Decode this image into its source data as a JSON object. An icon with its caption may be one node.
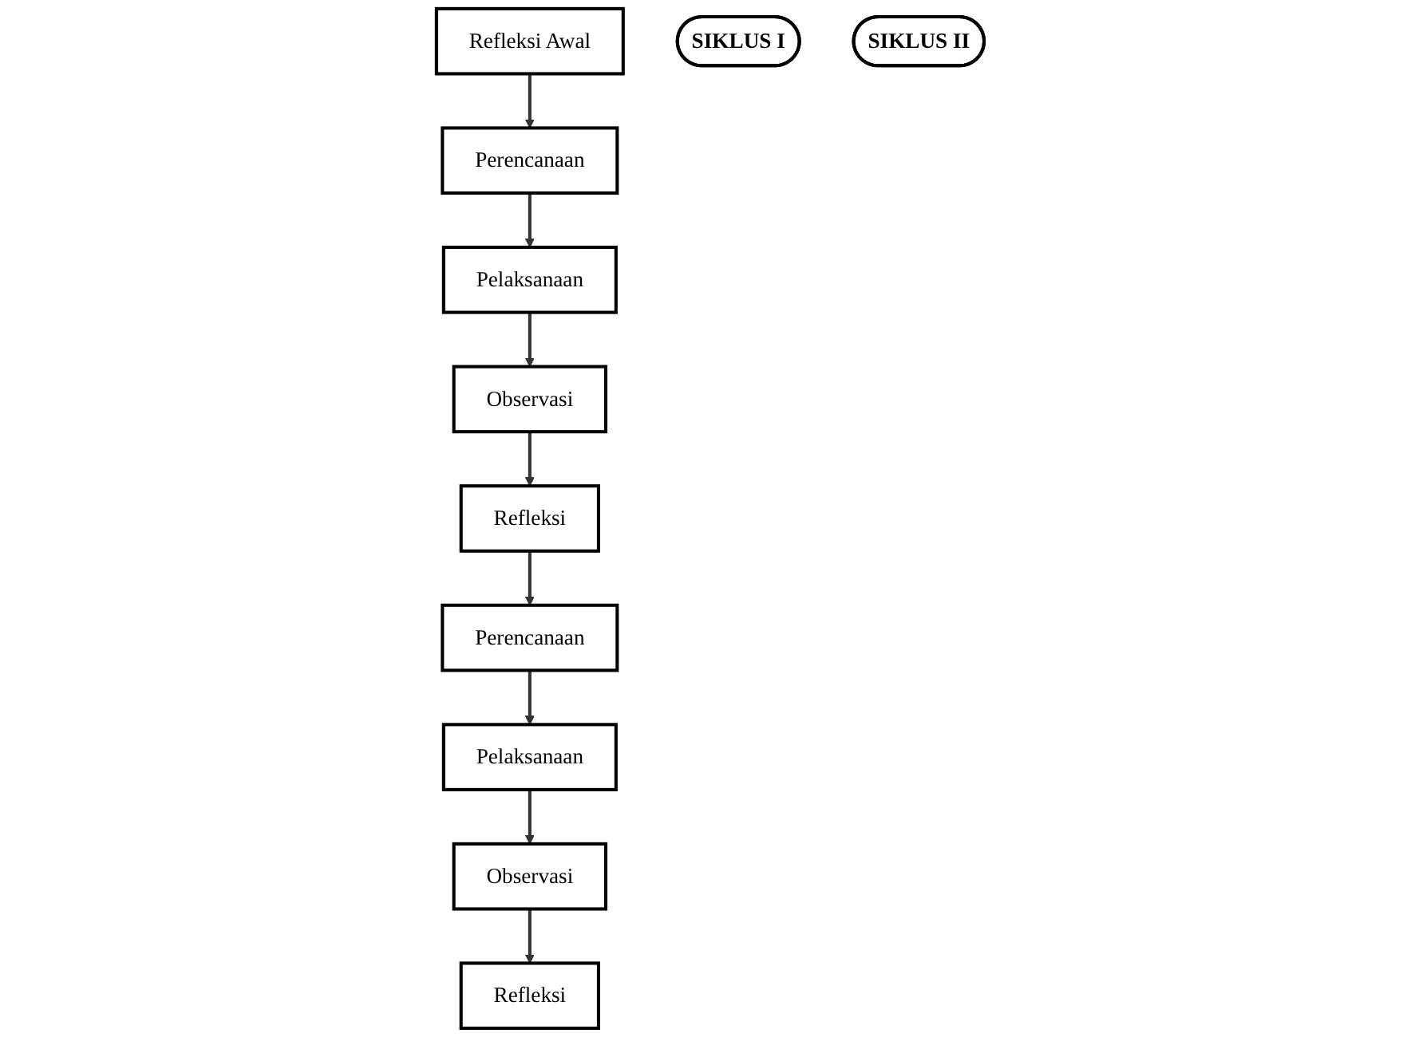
{
  "diagram": {
    "nodes": [
      {
        "text": [
          "Refleksi Awal"
        ]
      },
      {
        "text": [
          "Perencanaan"
        ]
      },
      {
        "text": [
          "Refleksi"
        ]
      },
      {
        "text": [
          "SIKLUS I"
        ]
      },
      {
        "text": [
          "Pelaksanaan"
        ]
      },
      {
        "text": [
          "Observasi"
        ]
      },
      {
        "text": [
          "Perencanaan"
        ]
      },
      {
        "text": [
          "Refleksi"
        ]
      },
      {
        "text": [
          "SIKLUS II"
        ]
      },
      {
        "text": [
          "Pelaksanaan"
        ]
      },
      {
        "text": [
          "Observasi"
        ]
      }
    ],
    "edges": [
      {
        "from": 0,
        "to": 1,
        "arrow": "to"
      },
      {
        "from": 1,
        "to": 4,
        "arrow": "to"
      },
      {
        "from": 4,
        "to": 5,
        "arrow": "to"
      },
      {
        "from": 5,
        "to": 2,
        "arrow": "to"
      },
      {
        "from": 2,
        "to": 6,
        "arrow": "to"
      },
      {
        "from": 6,
        "to": 9,
        "arrow": "to"
      },
      {
        "from": 9,
        "to": 10,
        "arrow": "to"
      },
      {
        "from": 10,
        "to": 7,
        "arrow": "to"
      }
    ]
  }
}
